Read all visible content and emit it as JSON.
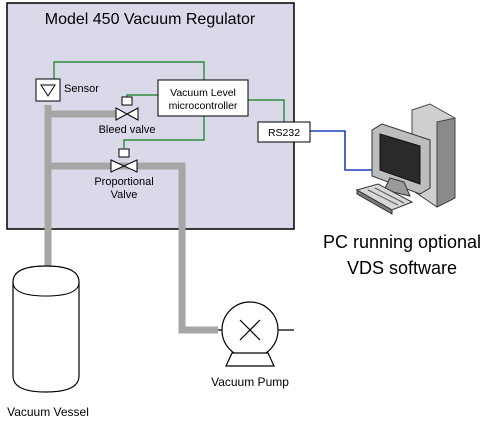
{
  "regulator": {
    "title": "Model 450 Vacuum Regulator"
  },
  "labels": {
    "sensor": "Sensor",
    "controller_line1": "Vacuum Level",
    "controller_line2": "microcontroller",
    "bleed_valve": "Bleed valve",
    "proportional_line1": "Proportional",
    "proportional_line2": "Valve",
    "rs232": "RS232",
    "pc_line1": "PC running optional",
    "pc_line2": "VDS software",
    "pump": "Vacuum Pump",
    "vessel": "Vacuum Vessel"
  },
  "colors": {
    "box_fill": "#d9d9ea",
    "pipe": "#a6a6a6",
    "wire_green": "#2e8b3a",
    "wire_blue": "#1f3fbf"
  }
}
